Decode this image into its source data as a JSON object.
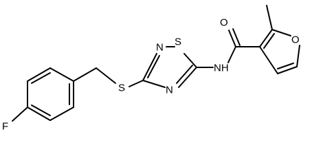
{
  "atoms": {
    "fluorine": "F",
    "thioether_sulfur": "S",
    "ring_nitrogen_top": "N",
    "ring_sulfur": "S",
    "ring_nitrogen_bottom": "N",
    "amide_nitrogen": "NH",
    "carbonyl_oxygen": "O",
    "furan_oxygen": "O"
  }
}
